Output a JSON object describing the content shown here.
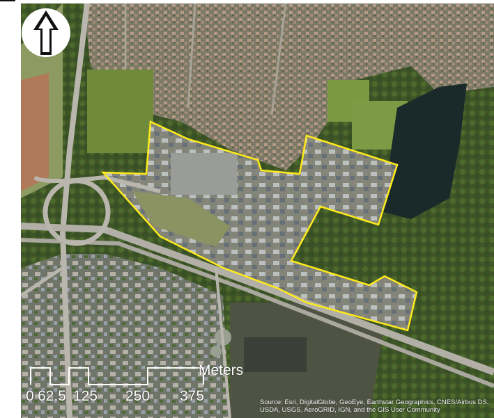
{
  "map": {
    "colors": {
      "boundary": "#ffeb1a",
      "lake": "#1a2a2a",
      "field": "#6f8a3b",
      "urban": "#8a8474",
      "road": "#b9b6ae"
    },
    "north_arrow_icon": "north-arrow-icon"
  },
  "scale": {
    "labels": [
      "0",
      "62.5",
      "125",
      "250",
      "375"
    ],
    "unit": "Meters"
  },
  "attribution": {
    "text": "Source: Esri, DigitalGlobe, GeoEye, Earthstar Geographics, CNES/Airbus DS, USDA, USGS, AeroGRID, IGN, and the GIS User Community"
  }
}
